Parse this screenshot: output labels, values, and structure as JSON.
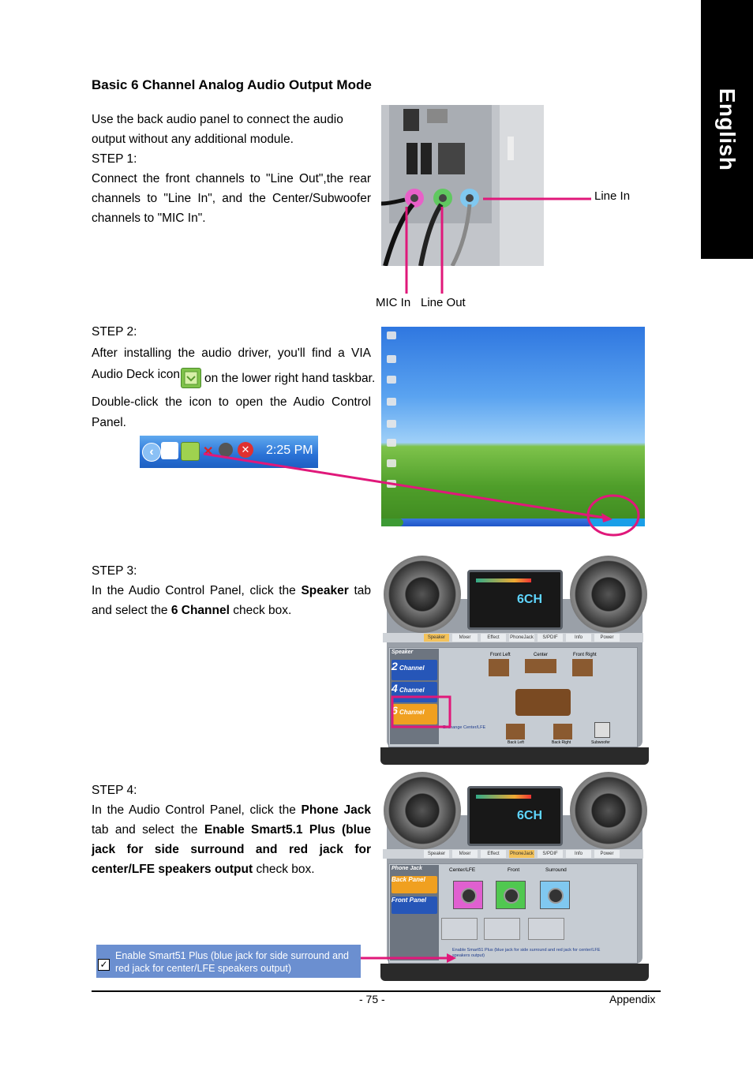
{
  "side_tab": "English",
  "heading": "Basic 6 Channel Analog Audio Output Mode",
  "step1": {
    "intro": "Use the back audio panel to connect the audio output without any additional module.",
    "title": "STEP 1:",
    "body": "Connect the front channels to \"Line Out\",the rear channels to \"Line In\", and the Center/Subwoofer channels to \"MIC In\"."
  },
  "jack_labels": {
    "line_in": "Line In",
    "mic_in": "MIC In",
    "line_out": "Line Out"
  },
  "step2": {
    "title": "STEP 2:",
    "body_a": "After installing the audio driver, you'll find a VIA Audio Deck icon",
    "body_b": "on the lower right hand taskbar.",
    "body_c": "Double-click the icon to open the Audio Control Panel.",
    "taskbar_time": "2:25 PM"
  },
  "step3": {
    "title": "STEP 3:",
    "body_a": "In the Audio Control Panel, click the",
    "tab_name": "Speaker",
    "body_b": "tab and select the",
    "option": "6 Channel",
    "body_c": "check box."
  },
  "step4": {
    "title": "STEP 4:",
    "body_a": "In the Audio Control Panel, click the",
    "tab_name": "Phone Jack",
    "body_b": "tab and select the",
    "option": "Enable Smart5.1 Plus (blue jack for side surround and red jack for center/LFE speakers output",
    "body_c": "check box."
  },
  "deck_tabs": [
    "Speaker",
    "Mixer",
    "Effect",
    "PhoneJack",
    "S/PDIF",
    "Info",
    "Power"
  ],
  "deck1": {
    "panel_title": "Speaker",
    "buttons": [
      {
        "num": "2",
        "label": "Channel"
      },
      {
        "num": "4",
        "label": "Channel"
      },
      {
        "num": "6",
        "label": "Channel"
      }
    ],
    "labels": [
      "Front Left",
      "Center",
      "Front Right",
      "Back Left",
      "Back Right",
      "Subwoofer"
    ],
    "exchange": "Exchange Center/LFE",
    "display": "6CH"
  },
  "deck2": {
    "panel_title": "Phone Jack",
    "buttons": [
      "Back Panel",
      "Front Panel"
    ],
    "columns": [
      "Center/LFE",
      "Front",
      "Surround"
    ],
    "enable_text": "Enable Smart51 Plus (blue jack for side surround and red jack for center/LFE speakers output)",
    "display": "6CH"
  },
  "zoom_checkbox": "Enable Smart51 Plus (blue jack for side surround and red jack for center/LFE speakers output)",
  "colors": {
    "pink_accent": "#e0187a",
    "jack_pink": "#e860c8",
    "jack_green": "#60c860",
    "jack_blue": "#80c8f0"
  },
  "footer": {
    "page": "- 75 -",
    "section": "Appendix"
  }
}
